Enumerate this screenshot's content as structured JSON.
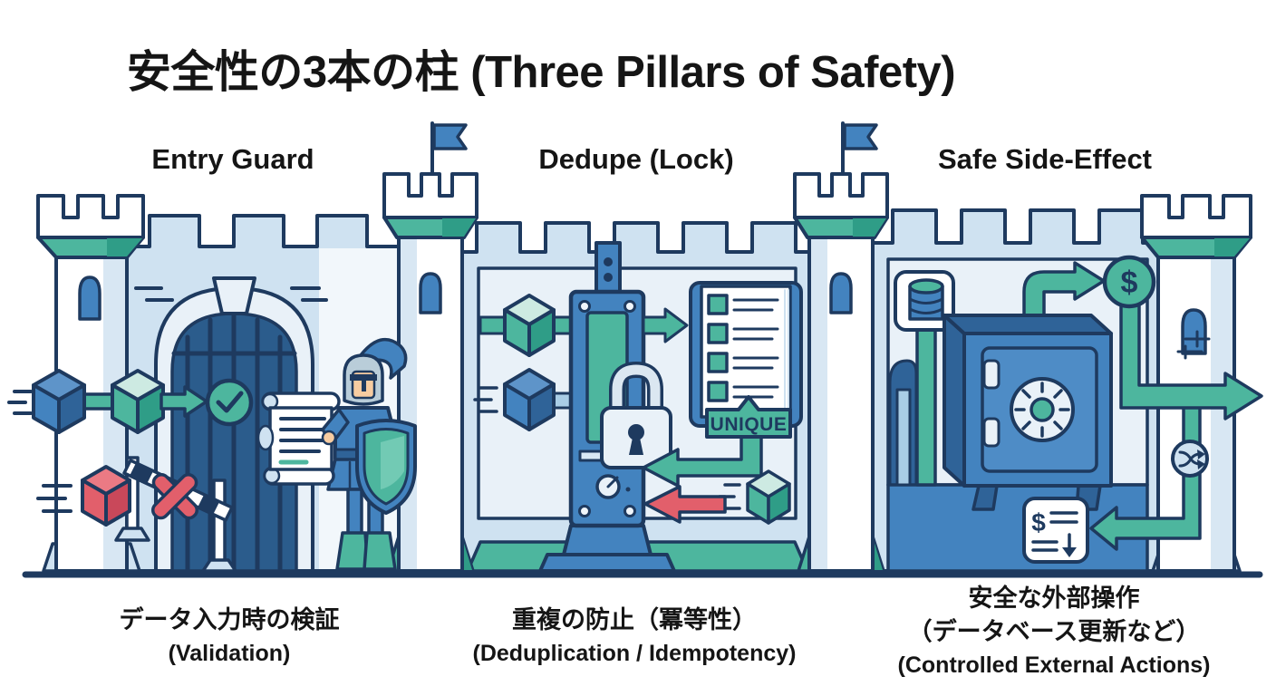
{
  "title": "安全性の3本の柱 (Three Pillars of Safety)",
  "sections": [
    {
      "header": "Entry Guard",
      "caption": [
        "データ入力時の検証",
        "(Validation)"
      ]
    },
    {
      "header": "Dedupe (Lock)",
      "caption": [
        "重複の防止（冪等性）",
        "(Deduplication / Idempotency)"
      ]
    },
    {
      "header": "Safe Side-Effect",
      "caption": [
        "安全な外部操作",
        "（データベース更新など）",
        "(Controlled External Actions)"
      ]
    }
  ],
  "labels": {
    "unique": "UNIQUE",
    "dollar": "$"
  },
  "icons": [
    "flag-icon",
    "checkmark-icon",
    "x-icon",
    "padlock-icon",
    "checklist-icon",
    "database-icon",
    "vault-icon",
    "dollar-icon",
    "shuffle-icon",
    "transaction-doc-icon",
    "down-arrow-icon"
  ],
  "colors": {
    "outline_navy": "#1e3a5f",
    "wall_light_blue": "#cfe2f1",
    "panel_lighter": "#e9f1f8",
    "mid_blue": "#4383bf",
    "dark_blue": "#2f6398",
    "gate_blue": "#2b5c8c",
    "teal": "#4db69e",
    "teal_dark": "#2f9d87",
    "teal_light": "#cdeae2",
    "red": "#e25f6b",
    "skin": "#f7cca1",
    "text": "#151515"
  }
}
